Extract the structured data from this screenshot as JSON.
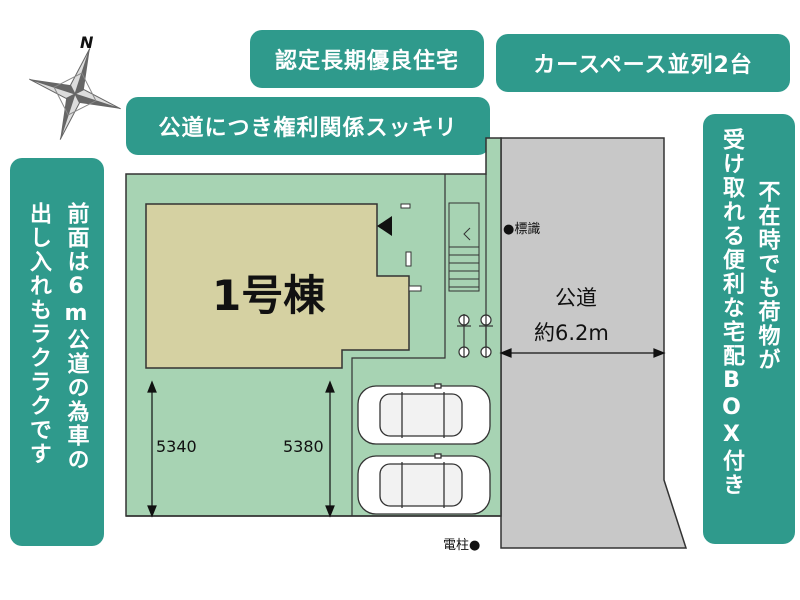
{
  "labels": {
    "certified": "認定長期優良住宅",
    "parking": "カースペース並列2台",
    "road_clear": "公道につき権利関係スッキリ",
    "front_road": [
      "前面は6m公道の為車の",
      "出し入れもラクラクです"
    ],
    "delivery_box": [
      "不在時でも荷物が",
      "受け取れる便利な宅配BOX付き"
    ]
  },
  "compass": {
    "north": "N"
  },
  "plan": {
    "building": "1号棟",
    "sign": "●標識",
    "pole": "電柱●",
    "road": [
      "公道",
      "約6.2m"
    ],
    "dimensions": [
      "5340",
      "5380"
    ]
  },
  "colors": {
    "accent": "#2f9a8c",
    "lot": "#a7d3b3",
    "building": "#d5d1a2",
    "road": "#c8c8c8"
  }
}
